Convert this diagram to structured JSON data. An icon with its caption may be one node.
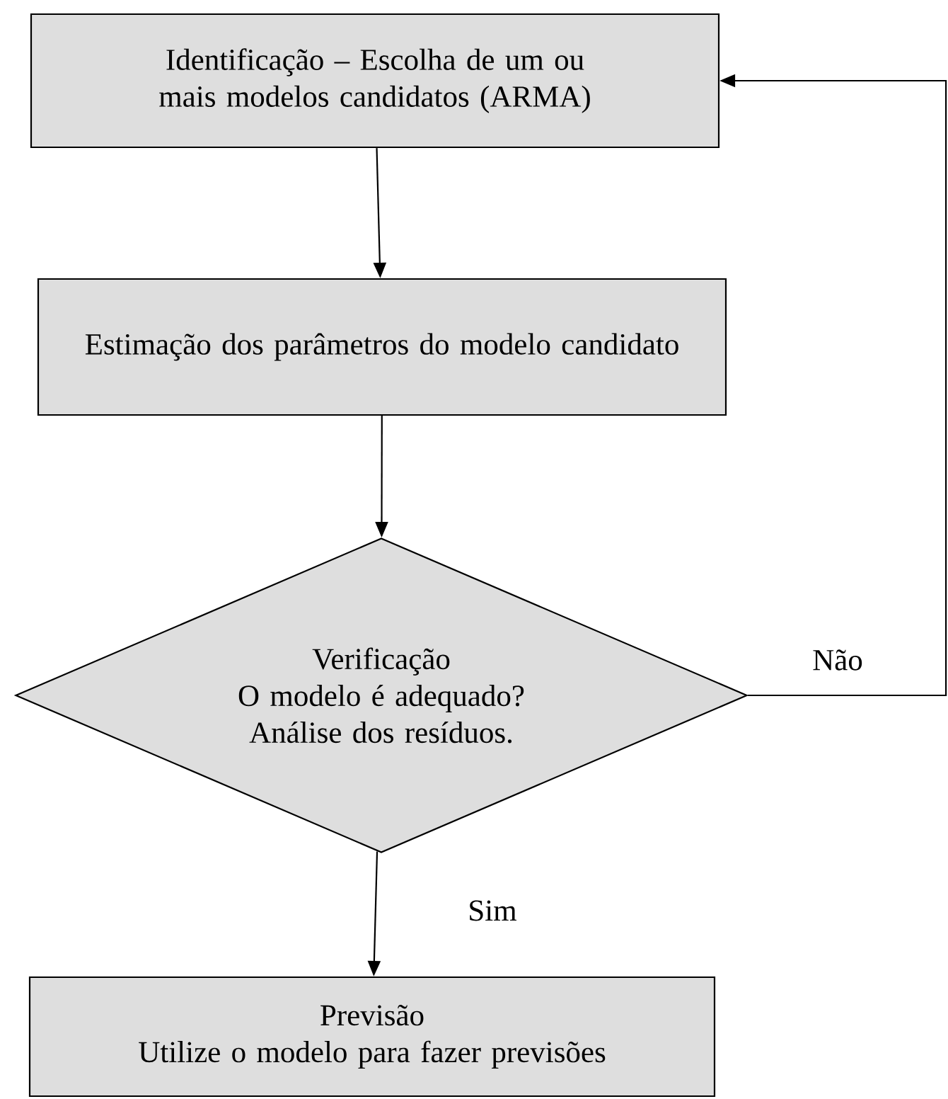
{
  "diagram": {
    "nodes": [
      {
        "text": [
          "Identificação – Escolha de um ou mais modelos candidatos (ARMA)"
        ]
      },
      {
        "text": [
          "Estimação dos parâmetros do modelo candidato"
        ]
      },
      {
        "text": [
          "Verificação",
          "O modelo é adequado? Análise dos resíduos."
        ]
      },
      {
        "text": [
          "Previsão",
          "Utilize o modelo para fazer previsões"
        ]
      }
    ],
    "edges": [
      {
        "from": 0,
        "to": 1,
        "arrow": "to"
      },
      {
        "from": 1,
        "to": 2,
        "arrow": "to"
      },
      {
        "from": 2,
        "to": 3,
        "arrow": "to",
        "label": "Sim"
      },
      {
        "from": 2,
        "to": 0,
        "arrow": "to",
        "label": "Não"
      }
    ]
  }
}
